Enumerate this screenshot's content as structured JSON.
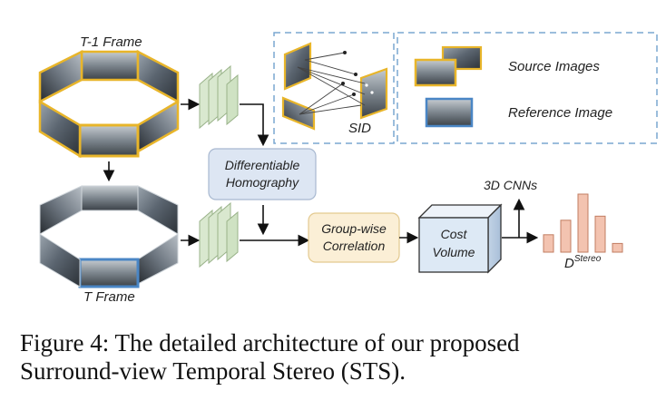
{
  "diagram": {
    "labels": {
      "t1_frame": "T-1 Frame",
      "t_frame": "T Frame",
      "diff_homography_line1": "Differentiable",
      "diff_homography_line2": "Homography",
      "group_wise_line1": "Group-wise",
      "group_wise_line2": "Correlation",
      "cost_volume_line1": "Cost",
      "cost_volume_line2": "Volume",
      "cnn_3d": "3D CNNs",
      "d_main": "D",
      "d_sup": "Stereo",
      "sid": "SID",
      "source_images": "Source Images",
      "reference_image": "Reference Image"
    },
    "colors": {
      "source_border": "#e8b52a",
      "reference_border": "#4a86c5",
      "legend_dash": "#7aa7d1",
      "homography_fill": "#dde6f3",
      "correlation_fill": "#fbefd6",
      "cost_volume_fill": "#dde9f5",
      "bar_fill": "#f3c3b0",
      "bar_stroke": "#c17d62",
      "cnn_fill": "#d9e8cf",
      "cnn_stroke": "#9ab38a"
    },
    "depth_bars": [
      0.3,
      0.55,
      1.0,
      0.62,
      0.15
    ]
  },
  "caption": {
    "line1": "Figure 4: The detailed architecture of our proposed",
    "line2": "Surround-view Temporal Stereo (STS)."
  }
}
